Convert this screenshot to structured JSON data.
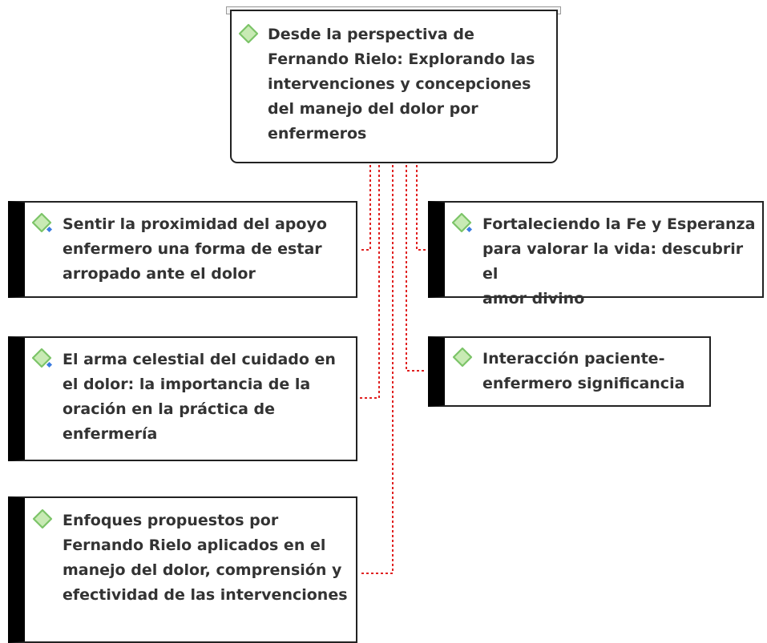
{
  "diagram": {
    "root": {
      "text": "Desde la perspectiva de\nFernando Rielo: Explorando las\nintervenciones y concepciones\ndel manejo del dolor por\nenfermeros",
      "icon": "diamond-icon"
    },
    "topics": [
      {
        "text": "Sentir la proximidad del apoyo\nenfermero una forma de estar\narropado ante el dolor",
        "icon": "diamond-with-dot-icon"
      },
      {
        "text": "Fortaleciendo la Fe y Esperanza\npara valorar la vida: descubrir el\namor divino",
        "icon": "diamond-with-dot-icon"
      },
      {
        "text": "El arma celestial del cuidado en\nel dolor: la importancia de la\noración en la práctica de\nenfermería",
        "icon": "diamond-with-dot-icon"
      },
      {
        "text": "Interacción paciente-\nenfermero significancia",
        "icon": "diamond-icon"
      },
      {
        "text": "Enfoques propuestos por\nFernando Rielo aplicados en el\nmanejo del dolor, comprensión y\nefectividad de las intervenciones",
        "icon": "diamond-icon"
      }
    ],
    "colors": {
      "connector": "#e02020",
      "diamond_fill": "#c8eab4",
      "diamond_stroke": "#7cc468",
      "dot": "#3a7be0",
      "text": "#333333",
      "border": "#222222",
      "left_bar": "#000000"
    }
  }
}
